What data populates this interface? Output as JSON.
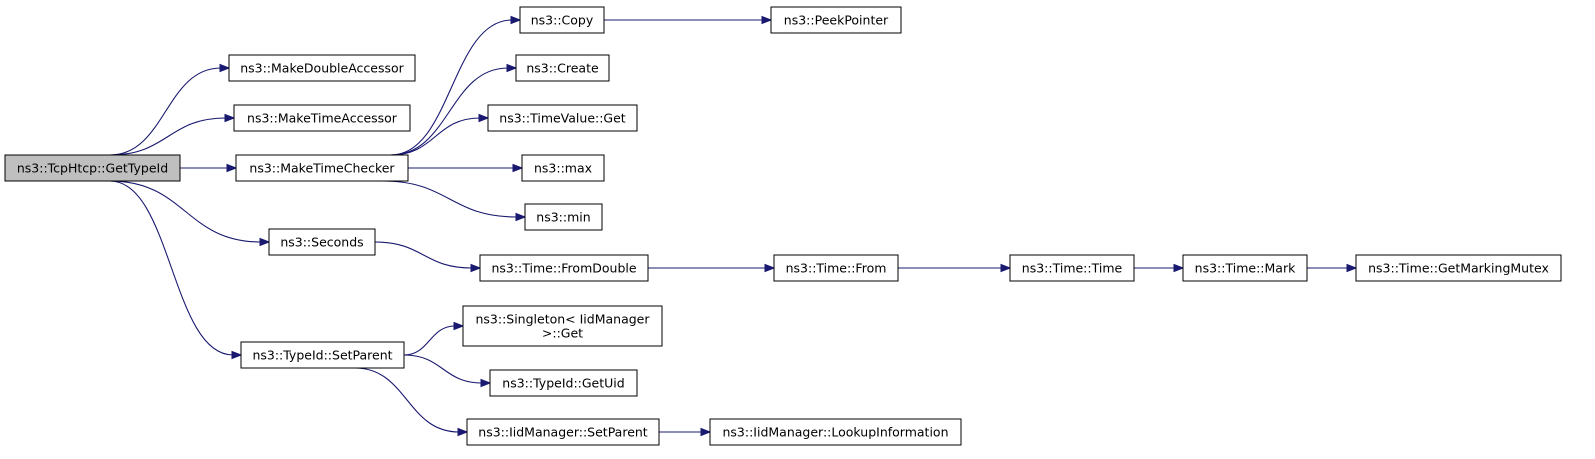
{
  "graph": {
    "edge_color": "#191970",
    "root_fill": "#bfbfbf",
    "nodes": {
      "root": {
        "lines": [
          "ns3::TcpHtcp::GetTypeId"
        ]
      },
      "makeDoubleAccessor": {
        "lines": [
          "ns3::MakeDoubleAccessor"
        ]
      },
      "makeTimeAccessor": {
        "lines": [
          "ns3::MakeTimeAccessor"
        ]
      },
      "makeTimeChecker": {
        "lines": [
          "ns3::MakeTimeChecker"
        ]
      },
      "seconds": {
        "lines": [
          "ns3::Seconds"
        ]
      },
      "setParent": {
        "lines": [
          "ns3::TypeId::SetParent"
        ]
      },
      "copy": {
        "lines": [
          "ns3::Copy"
        ]
      },
      "peekPointer": {
        "lines": [
          "ns3::PeekPointer"
        ]
      },
      "create": {
        "lines": [
          "ns3::Create"
        ]
      },
      "timeValueGet": {
        "lines": [
          "ns3::TimeValue::Get"
        ]
      },
      "max": {
        "lines": [
          "ns3::max"
        ]
      },
      "min": {
        "lines": [
          "ns3::min"
        ]
      },
      "fromDouble": {
        "lines": [
          "ns3::Time::FromDouble"
        ]
      },
      "timeFrom": {
        "lines": [
          "ns3::Time::From"
        ]
      },
      "timeTime": {
        "lines": [
          "ns3::Time::Time"
        ]
      },
      "timeMark": {
        "lines": [
          "ns3::Time::Mark"
        ]
      },
      "getMarkingMutex": {
        "lines": [
          "ns3::Time::GetMarkingMutex"
        ]
      },
      "singletonGet": {
        "lines": [
          "ns3::Singleton< IidManager",
          ">::Get"
        ]
      },
      "getUid": {
        "lines": [
          "ns3::TypeId::GetUid"
        ]
      },
      "iidSetParent": {
        "lines": [
          "ns3::IidManager::SetParent"
        ]
      },
      "lookupInformation": {
        "lines": [
          "ns3::IidManager::LookupInformation"
        ]
      }
    },
    "edges": [
      [
        "root",
        "makeDoubleAccessor"
      ],
      [
        "root",
        "makeTimeAccessor"
      ],
      [
        "root",
        "makeTimeChecker"
      ],
      [
        "root",
        "seconds"
      ],
      [
        "root",
        "setParent"
      ],
      [
        "makeTimeChecker",
        "copy"
      ],
      [
        "makeTimeChecker",
        "create"
      ],
      [
        "makeTimeChecker",
        "timeValueGet"
      ],
      [
        "makeTimeChecker",
        "max"
      ],
      [
        "makeTimeChecker",
        "min"
      ],
      [
        "copy",
        "peekPointer"
      ],
      [
        "seconds",
        "fromDouble"
      ],
      [
        "fromDouble",
        "timeFrom"
      ],
      [
        "timeFrom",
        "timeTime"
      ],
      [
        "timeTime",
        "timeMark"
      ],
      [
        "timeMark",
        "getMarkingMutex"
      ],
      [
        "setParent",
        "singletonGet"
      ],
      [
        "setParent",
        "getUid"
      ],
      [
        "setParent",
        "iidSetParent"
      ],
      [
        "iidSetParent",
        "lookupInformation"
      ]
    ]
  }
}
